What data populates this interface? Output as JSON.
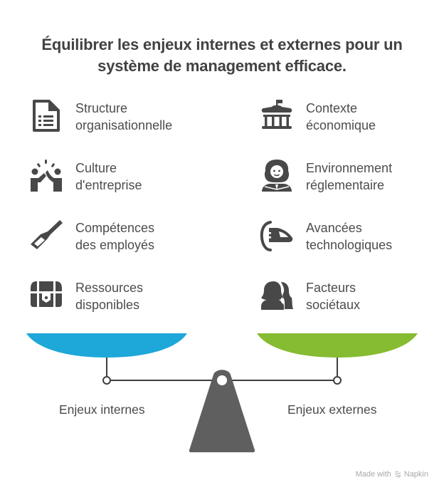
{
  "title": {
    "line1": "Équilibrer les enjeux internes et externes pour un",
    "line2": "système de management efficace."
  },
  "internal": {
    "label": "Enjeux internes",
    "color": "#1ea7d9",
    "items": [
      {
        "icon": "document-list-icon",
        "line1": "Structure",
        "line2": "organisationnelle"
      },
      {
        "icon": "high-five-icon",
        "line1": "Culture",
        "line2": "d'entreprise"
      },
      {
        "icon": "chisel-tool-icon",
        "line1": "Compétences",
        "line2": "des employés"
      },
      {
        "icon": "treasure-chest-icon",
        "line1": "Ressources",
        "line2": "disponibles"
      }
    ]
  },
  "external": {
    "label": "Enjeux externes",
    "color": "#86bc32",
    "items": [
      {
        "icon": "government-building-icon",
        "line1": "Contexte",
        "line2": "économique"
      },
      {
        "icon": "judge-icon",
        "line1": "Environnement",
        "line2": "réglementaire"
      },
      {
        "icon": "high-speed-train-icon",
        "line1": "Avancées",
        "line2": "technologiques"
      },
      {
        "icon": "people-women-icon",
        "line1": "Facteurs",
        "line2": "sociétaux"
      }
    ]
  },
  "colors": {
    "icon": "#484848",
    "fulcrum": "#5f5f5f",
    "beam": "#3d3d3d"
  },
  "footer": {
    "made_with": "Made with",
    "brand": "Napkin"
  }
}
